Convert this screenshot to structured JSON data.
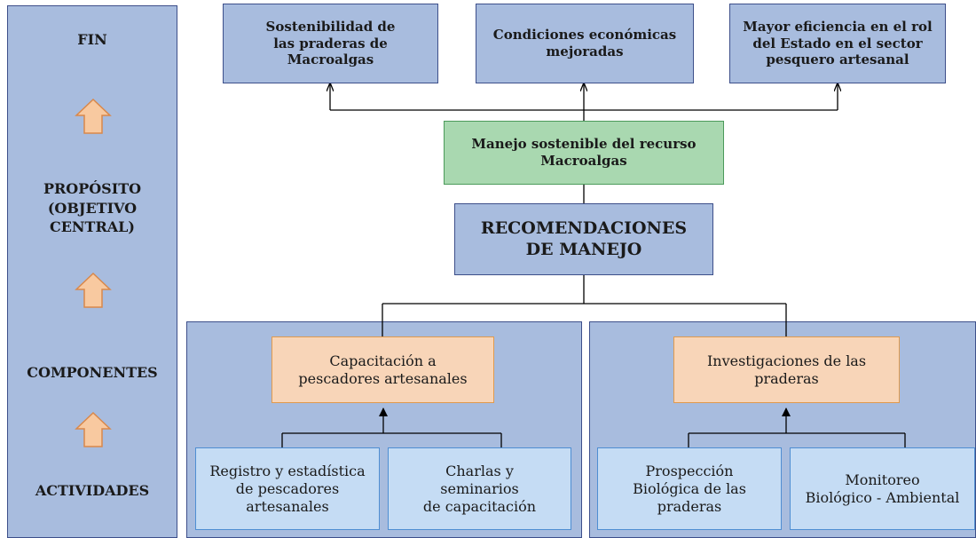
{
  "sidebar": {
    "levels": [
      {
        "label": "FIN"
      },
      {
        "label": "PROPÓSITO\n(OBJETIVO\nCENTRAL)"
      },
      {
        "label": "COMPONENTES"
      },
      {
        "label": "ACTIVIDADES"
      }
    ]
  },
  "fin": [
    {
      "label": "Sostenibilidad de\nlas praderas de\nMacroalgas"
    },
    {
      "label": "Condiciones económicas\nmejoradas"
    },
    {
      "label": "Mayor eficiencia en el rol\ndel Estado en el sector\npesquero artesanal"
    }
  ],
  "purpose": {
    "label": "Manejo sostenible del recurso\nMacroalgas"
  },
  "center": {
    "label": "RECOMENDACIONES\nDE MANEJO"
  },
  "components": [
    {
      "label": "Capacitación a\npescadores artesanales",
      "activities": [
        {
          "label": "Registro y estadística\nde pescadores\nartesanales"
        },
        {
          "label": "Charlas y\nseminarios\nde capacitación"
        }
      ]
    },
    {
      "label": "Investigaciones de las\npraderas",
      "activities": [
        {
          "label": "Prospección\nBiológica de las\npraderas"
        },
        {
          "label": "Monitoreo\nBiológico - Ambiental"
        }
      ]
    }
  ],
  "colors": {
    "panel_blue": "#a8bcde",
    "purpose_green": "#a9d8b0",
    "component_orange": "#f8d5b8",
    "activity_blue": "#c5dcf4",
    "arrow_fill": "#f8c9a0"
  }
}
